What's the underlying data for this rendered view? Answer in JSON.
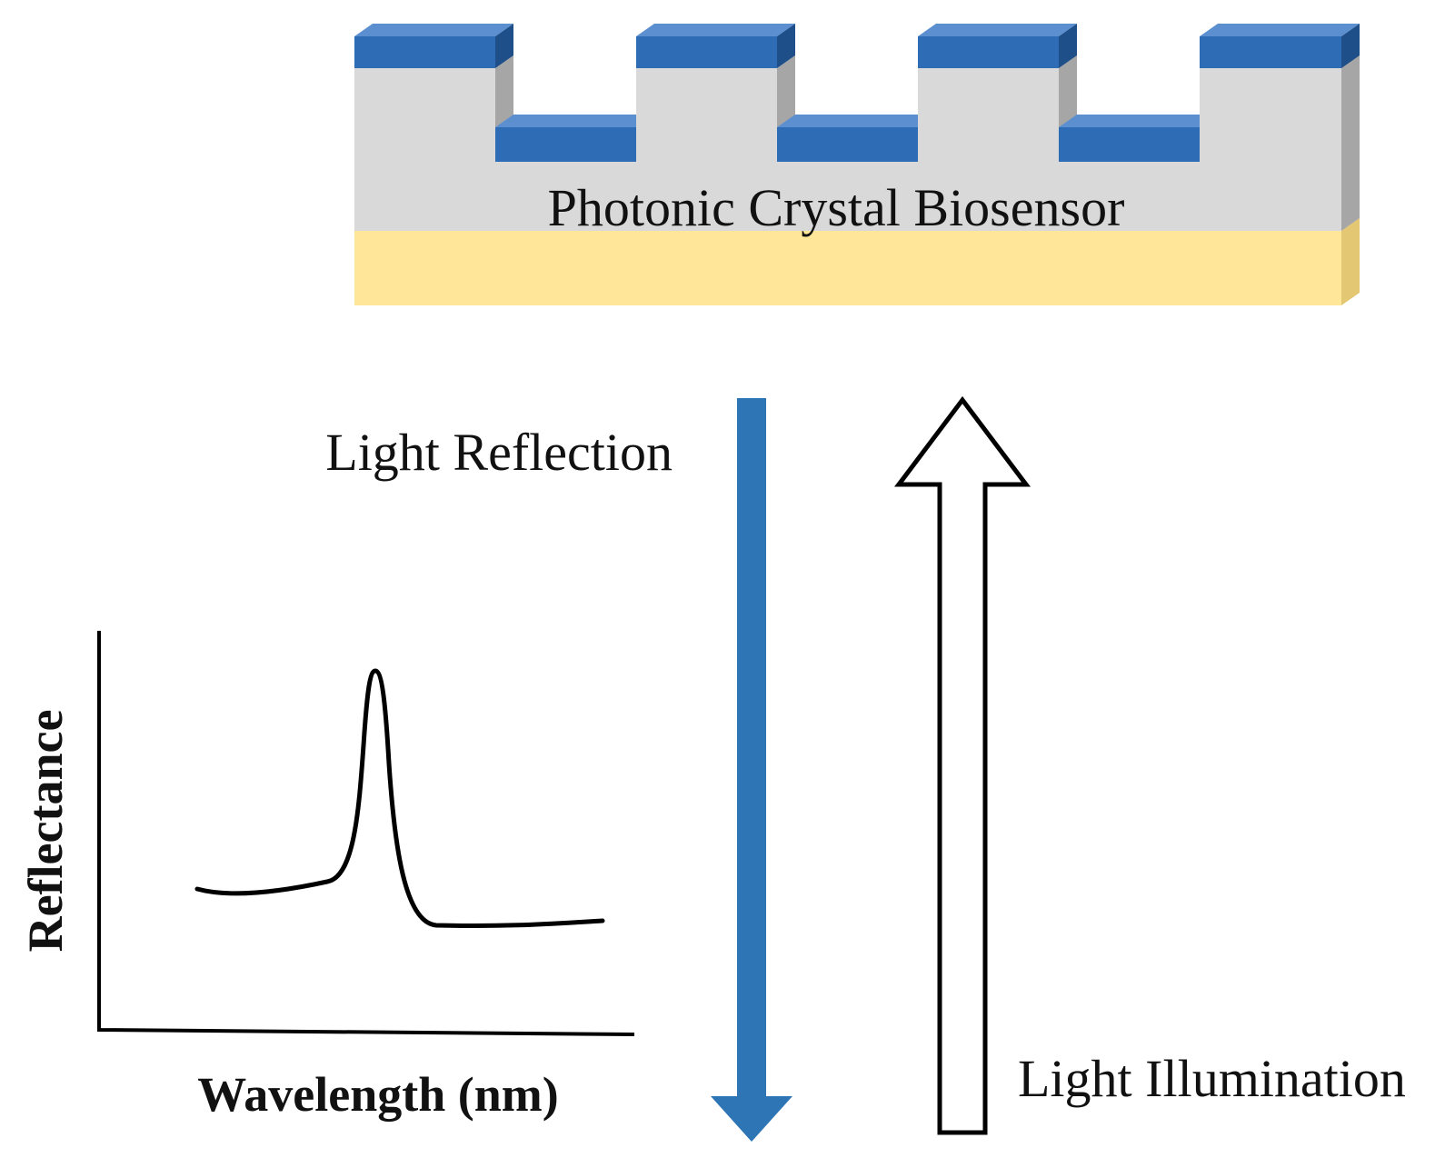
{
  "sensor": {
    "label": "Photonic Crystal Biosensor"
  },
  "arrows": {
    "reflection_label": "Light Reflection",
    "illumination_label": "Light Illumination"
  },
  "inset_plot": {
    "xlabel": "Wavelength (nm)",
    "ylabel": "Reflectance"
  },
  "colors": {
    "grating_top": "#5b8fd0",
    "grating_front": "#2e6db6",
    "grating_side": "#1f4f88",
    "substrate_grey": "#d9d9d9",
    "substrate_grey_side": "#a6a6a6",
    "base_yellow": "#ffe699",
    "base_yellow_side": "#e3c772",
    "reflection_arrow": "#2e75b6",
    "illumination_arrow_fill": "#ffffff",
    "line": "#000000"
  }
}
